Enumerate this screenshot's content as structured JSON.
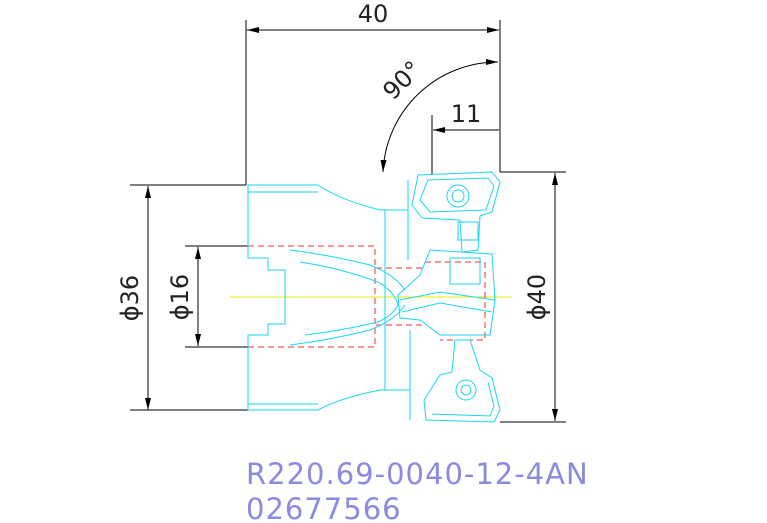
{
  "drawing": {
    "dimensions": {
      "length": "40",
      "angle": "90°",
      "offset": "11",
      "body_diameter": "ϕ36",
      "bore_diameter": "ϕ16",
      "cutting_diameter": "ϕ40"
    },
    "part_number": "R220.69-0040-12-4AN",
    "order_code": "02677566",
    "colors": {
      "outline": "#1ad6f0",
      "hidden": "#f03232",
      "centerline": "#e8e800",
      "dimension": "#000000",
      "text": "#8a8ae0"
    }
  }
}
